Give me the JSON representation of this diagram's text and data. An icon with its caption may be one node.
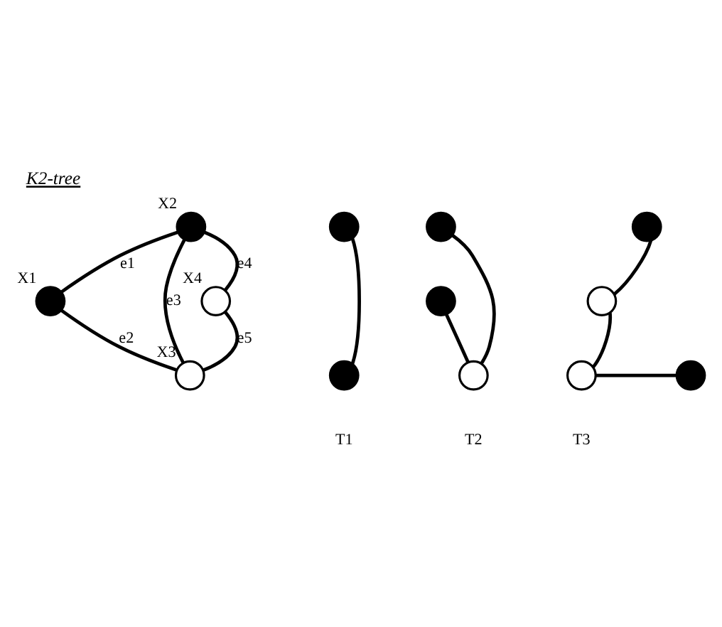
{
  "diagram": {
    "title": "K2-tree",
    "nodes": [
      {
        "text": [],
        "shape": "circle",
        "beside": [
          "X1"
        ]
      },
      {
        "text": [],
        "shape": "circle",
        "beside": [
          "X2"
        ]
      },
      {
        "text": [],
        "shape": "circle",
        "beside": [
          "X3"
        ]
      },
      {
        "text": [],
        "shape": "circle",
        "beside": [
          "X4"
        ]
      },
      {
        "text": [],
        "shape": "circle"
      },
      {
        "text": [],
        "shape": "circle"
      },
      {
        "text": [],
        "shape": "circle"
      },
      {
        "text": [],
        "shape": "circle"
      },
      {
        "text": [],
        "shape": "circle"
      },
      {
        "text": [],
        "shape": "circle"
      },
      {
        "text": [],
        "shape": "circle"
      },
      {
        "text": [],
        "shape": "circle"
      },
      {
        "text": [],
        "shape": "circle"
      }
    ],
    "edges": [
      {
        "from": 0,
        "to": 1,
        "arrow": "none",
        "label": "e1"
      },
      {
        "from": 0,
        "to": 2,
        "arrow": "none",
        "label": "e2"
      },
      {
        "from": 1,
        "to": 2,
        "arrow": "none",
        "label": "e3"
      },
      {
        "from": 1,
        "to": 3,
        "arrow": "none",
        "label": "e4"
      },
      {
        "from": 2,
        "to": 3,
        "arrow": "none",
        "label": "e5"
      },
      {
        "from": 4,
        "to": 5,
        "arrow": "none"
      },
      {
        "from": 6,
        "to": 8,
        "arrow": "none"
      },
      {
        "from": 7,
        "to": 8,
        "arrow": "none"
      },
      {
        "from": 9,
        "to": 10,
        "arrow": "none"
      },
      {
        "from": 10,
        "to": 12,
        "arrow": "none"
      },
      {
        "from": 11,
        "to": 12,
        "arrow": "none"
      }
    ],
    "labels": [
      "T1",
      "T2",
      "T3"
    ]
  }
}
